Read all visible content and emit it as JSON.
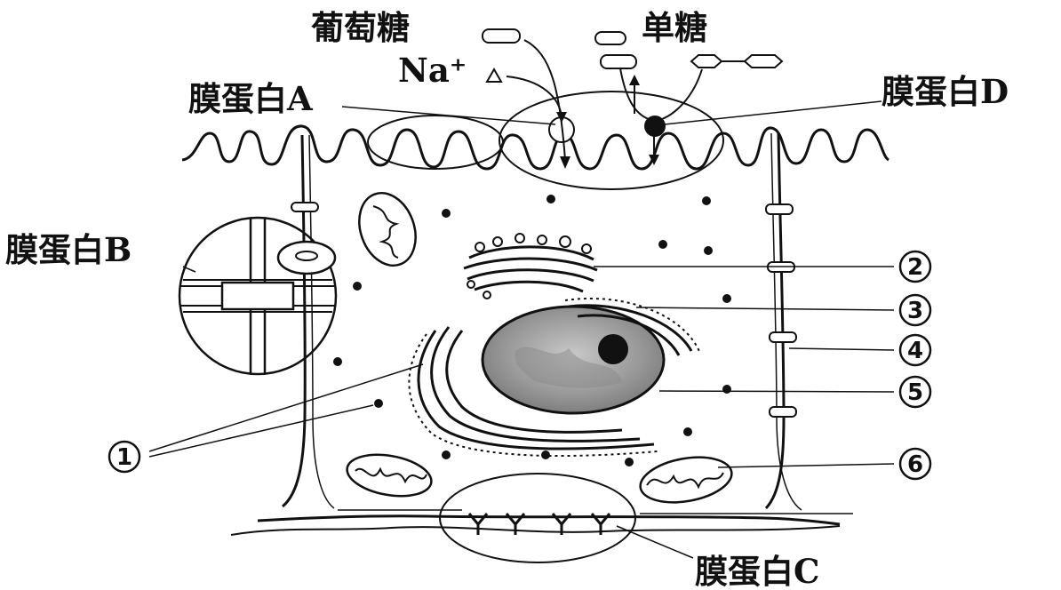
{
  "labels": {
    "glucose": "葡萄糖",
    "monosaccharide": "单糖",
    "sodium": "Na⁺",
    "protein_a": "膜蛋白A",
    "protein_b": "膜蛋白B",
    "protein_c": "膜蛋白C",
    "protein_d": "膜蛋白D"
  },
  "markers": [
    "①",
    "②",
    "③",
    "④",
    "⑤",
    "⑥"
  ],
  "colors": {
    "ink": "#111111",
    "background": "#ffffff",
    "nucleus_fill": "#9a9a9a"
  }
}
